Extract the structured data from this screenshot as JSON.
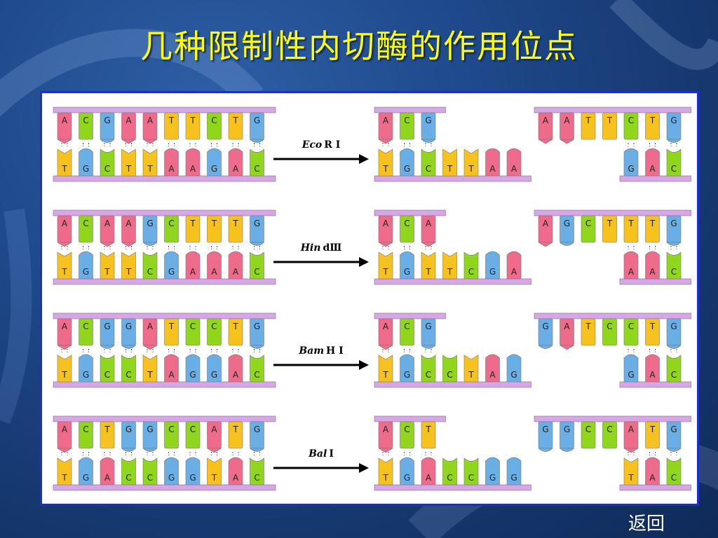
{
  "title": "几种限制性内切酶的作用位点",
  "return_label": "返回",
  "colors": {
    "A": "#ef6b8c",
    "T": "#f7c21d",
    "G": "#6aaee6",
    "C": "#8fd61c",
    "backbone": "#d7a6e6",
    "arrow": "#000000"
  },
  "enzymes": [
    {
      "name": "EcoR Ⅰ",
      "name_italic": "Eco",
      "name_rest": "R Ⅰ",
      "top": "ACGAATTCTG",
      "bottom": "TGCTTAAGAC",
      "left_top": "ACG",
      "left_bottom": "TGCTTAA",
      "right_top": "AATTCTG",
      "right_bottom": "GAC"
    },
    {
      "name": "Hin dⅢ",
      "name_italic": "Hin",
      "name_rest": "dⅢ",
      "top": "ACAAGCTTTG",
      "bottom": "TGTTCGAAAC",
      "left_top": "ACA",
      "left_bottom": "TGTTCGA",
      "right_top": "AGCTTTG",
      "right_bottom": "AAC"
    },
    {
      "name": "Bam H Ⅰ",
      "name_italic": "Bam",
      "name_rest": "H Ⅰ",
      "top": "ACGGATCCTG",
      "bottom": "TGCCTAGGAC",
      "left_top": "ACG",
      "left_bottom": "TGCCTAG",
      "right_top": "GATCCTG",
      "right_bottom": "GAC"
    },
    {
      "name": "Bal Ⅰ",
      "name_italic": "Bal",
      "name_rest": "Ⅰ",
      "top": "ACTGGCCATG",
      "bottom": "TGACCGGTAC",
      "left_top": "ACT",
      "left_bottom": "TGACCGG",
      "right_top": "GGCCATG",
      "right_bottom": "TAC"
    }
  ]
}
